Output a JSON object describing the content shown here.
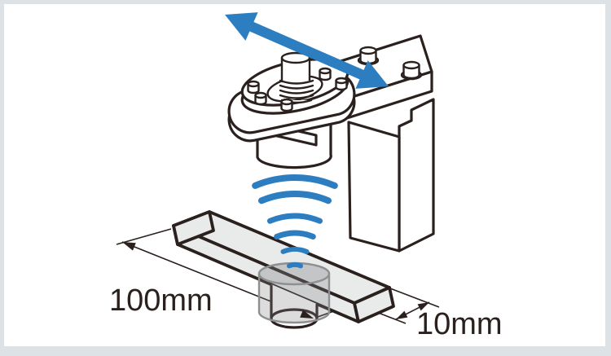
{
  "frame": {
    "border_color": "#dde2e7",
    "background": "#ffffff"
  },
  "illustration": {
    "labels": {
      "bar_length": "100mm",
      "bar_width": "10mm"
    },
    "colors": {
      "line": "#2a211e",
      "accent_blue": "#2c7ec1",
      "bar_fill": "#e9eaea",
      "spot_stroke": "#8d8f91",
      "white": "#ffffff"
    },
    "parts": {
      "arrow": "scan-direction-arrow",
      "waves": "ultrasonic-waves",
      "sensor": "sensor-head-unit",
      "column": "support-column",
      "bar": "target-bar",
      "spot": "measurement-spot"
    }
  }
}
